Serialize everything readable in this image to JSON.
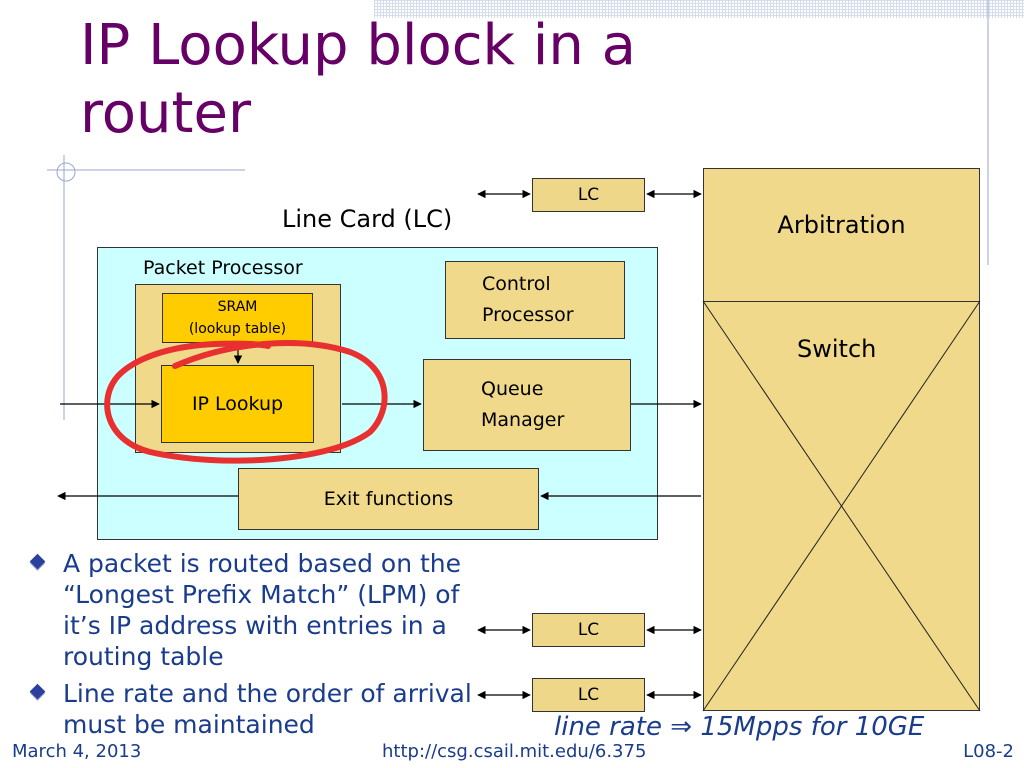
{
  "slide": {
    "title": "IP Lookup block in a router",
    "footer_date": "March 4, 2013",
    "footer_url": "http://csg.csail.mit.edu/6.375",
    "footer_page": "L08-2"
  },
  "diagram": {
    "lc_heading": "Line Card (LC)",
    "packet_processor": "Packet Processor",
    "sram_line1": "SRAM",
    "sram_line2": "(lookup table)",
    "ip_lookup": "IP Lookup",
    "control_line1": "Control",
    "control_line2": "Processor",
    "queue_line1": "Queue",
    "queue_line2": "Manager",
    "exit_functions": "Exit functions",
    "arbitration": "Arbitration",
    "switch": "Switch",
    "lc_labels": [
      "LC",
      "LC",
      "LC"
    ],
    "line_rate_prefix": "line rate ",
    "line_rate_symbol": "⇒",
    "line_rate_suffix": " 15Mpps for 10GE"
  },
  "bullets": [
    "A packet is routed based on the “Longest Prefix Match” (LPM) of it’s IP address with entries in a routing table",
    "Line rate and the order of arrival must be maintained"
  ],
  "colors": {
    "title": "#660066",
    "line_card_bg": "#ccffff",
    "box_bg": "#f0d98a",
    "highlight_box": "#ffcc00",
    "annotation": "#e83030",
    "bullet_text": "#1a3c8c"
  }
}
